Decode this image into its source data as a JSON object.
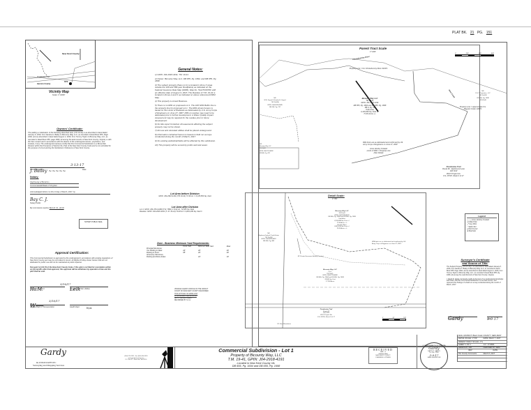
{
  "plat_ref": {
    "label": "PLAT BK.",
    "book": "21",
    "page_label": "PG.",
    "page": "151"
  },
  "vicinity_map": {
    "title": "Vicinity Map",
    "scale": "Scale: 1\"=2000'",
    "labels": [
      "New Kent County",
      "Henrico County",
      "I-295",
      "Pocahontas Trail",
      "SITE",
      "Chickahominy River",
      "New Kent Highway"
    ]
  },
  "general_notes": {
    "title": "General Notes:",
    "items": [
      "1) GPIN: J04-2918-4191; TM: 19-41",
      "2) Owner: Bicounty Way, LLC, DB 655, Pg. 1694, and DB 655, Pg. 1698",
      "3) The subject property (New Lot 1) is located in Zone X (area outside the 100 and 500-year floodplains) as indicated on the Federal Insurance Rate Map (FIRM), Map No. 51127C0070C with an effective date of August 3, 2015. The Residue of T.M. 19-41 is located in Zones A and X as indicated on above referenced FIRM Map.",
      "4) This property is zoned Business.",
      "5) There is no RPA on proposed Lot 1. The 100' RPA Buffer line is the property line for proposed Lot 1. The RPA shown hereon is based on the Limits of Wetlands as Delineated by U.S. Army Corps of Engineers on June 27, 2007. RPA on residue may need to be delineated prior to further development. A Water Quality Impact Assessment may be required for the residue prior to future development.",
      "6) No title report furnished. All easements affecting the subject property may not be shown.",
      "7) All new and relocated utilities shall be placed underground.",
      "8) Information contained hereon is based on field run surveys conducted during the month of March, 2017.",
      "9) No existing wells/drainfields will be affected by this subdivision.",
      "10) This property will be served by public well and sewer."
    ]
  },
  "owners_certificate": {
    "title": "Owners' Certificate:",
    "text": "The platting or dedication of the following described land, (TM 19-41) is as described in deed dated January 8, 2016, from Sandra H. Bailey to Bicounty Way, LLC, as recorded in Deed Book 655, Page 1694, and as described in deed dated August 2, 2016, from Tommy Taylor to Bicounty Way, LLC, as recorded in Deed Book 655, page 1698, all among the land records of New Kent County, Virginia, is with the free consent and in accordance with the desires of the undersigned owners, proprietors, and trustees, if any. The undersigned owner(s) certify that this Commercial Subdivision is a Bona Fide Division within the Provisions of Section 91-17(2) of the New Kent County Code and is not submitted for the purpose of circumventing the Subdivision Ordinance of New Kent County.",
    "signature_label": "Owner Signature",
    "date_label": "Date",
    "date_value": "3-13-17"
  },
  "notary": {
    "title": "Notary:",
    "city_county_label": "City/County of",
    "city_county_value": "Henrico",
    "commonwealth_label": "Commonwealth/State of",
    "commonwealth_value": "Virginia",
    "ack_text": "Acknowledged before me this 13 day of March, 2017, by",
    "ack_by": "Notary Public",
    "public_label": "Notary Public",
    "commission_label": "My commission expires",
    "commission_value": "March 31, 2018",
    "seal_text": "NOTARY PUBLIC SEAL"
  },
  "lot_area_before": {
    "title": "Lot Area before Division",
    "line": "GPIN: J04-2918-4191 (TM 19-41) 71.99 Ac. ± 3,135,884 Sq. Feet"
  },
  "lot_area_after": {
    "title": "Lot Area after Division",
    "rows": [
      {
        "label": "Lot 1:",
        "gpin": "GPIN: J04-3713-4360 (T.M. TBD)",
        "acres": "1.7122 Ac.",
        "sqft": "74,585 Sq. Feet"
      },
      {
        "label": "Residue:",
        "gpin": "GPIN: J04-2918-4191 (T. M. 19-41)",
        "acres": "70.28 Ac ±",
        "sqft": "3,061,299 Sq. Feet ±"
      }
    ]
  },
  "zone_table": {
    "title": "Zone - Business  Minimum Yard Requirements:",
    "columns": [
      "",
      "Front Yard",
      "Minimum Side Yard",
      "Rear"
    ],
    "rows": [
      [
        "Principal Structures:",
        "",
        "",
        ""
      ],
      [
        "  Yes Parking to Rear:",
        "20'",
        "20'",
        "20'"
      ],
      [
        "  Parking in Front:",
        "65'",
        "20'",
        "20'"
      ],
      [
        "Accessory Structures,",
        "",
        "",
        ""
      ],
      [
        "  Parking and Drive Aisles:",
        "",
        "10'",
        "10'"
      ]
    ]
  },
  "clerk_stamp": {
    "lines": [
      "VIRGINIA CLERK'S OFFICE OF THE CIRCUIT",
      "COURT OF NEW KENT COUNTY RECORDED",
      "THIS 10TH DAY OF APRIL 2017",
      "AT 12:16 ADMITTED 12:16 PM",
      "AMY F. CRUMP CLERK",
      "RECORDED BY S.J.A."
    ]
  },
  "approval": {
    "title": "Approval Certification:",
    "text": "This Commercial Subdivision is approved by the undersigned in accordance with existing regulations of New Kent County and may be committed to record. All Rights-Of-Way shown hereon that are not dedicated for public use will not be maintained at public expense.",
    "pursuant_text": "Pursuant to § 91-53 of the New Kent County Code, if this plat is not filed for recordation within six (6) months after final approval, this approval will be withdrawn by operation of law and the plat shall be void.",
    "signatures": [
      {
        "role": "Subdivision Agent",
        "date_label": "Date",
        "date": "3/16/17"
      },
      {
        "role": "Director of Public Utilities",
        "date_label": "Date",
        "date": "3/16/17"
      },
      {
        "role": "Virginia Dept of Transportation",
        "date_label": "Date",
        "date": "3/16/17"
      },
      {
        "role": "Health Dept",
        "date_label": "Date",
        "date": "N/A"
      }
    ]
  },
  "parent_tract": {
    "title": "Parent Tract Scale",
    "scale": "1\"=200'",
    "scale_ticks": [
      "0'",
      "200'",
      "400'",
      "600'"
    ],
    "river_label": "Chickahominy River",
    "property_line_label": "Property Line = C/L Chickahominy River 3100'±",
    "owner_block": [
      "Bicounty Way LLC",
      "TM 19-41",
      "GPIN: J04-2918-4191",
      "DB 655, Pg. 1694 and DB 655, Pg. 1698",
      "PB 6, Pg. 50",
      "Total Area",
      "3,135,884 Sq. Feet +/-",
      "71.99 Acres +/-"
    ],
    "wetlands_note": "RPA limits are as delineated and confirmed by US Army Corps of Engineers on June 27, 2007.",
    "lines_hereby": [
      "Lines Hereby Created",
      "Limits of RPA = Property Line",
      "(See Detail)"
    ],
    "left_neighbor": [
      "N/F",
      "M.G. Sayed & Sandra H. Sayed",
      "TM 19-41A",
      "GPIN: J04-2918-2585",
      "DB 252, Pg. 797"
    ],
    "right_neighbor": [
      "N/F",
      "P & C Properties, LLC",
      "TM 19-41B",
      "DB 655, Pg. 1698",
      "TM 20-45"
    ],
    "creek_label": "Ware Creek",
    "property_creek_label": "Property Line = Approximate C/L Magrant Creek 1300'±",
    "road_block": [
      "Pocahontas Trail",
      "Route 60 - Eastbound Lane",
      "100' R/W",
      "VDOT Project No.",
      "F.S. 25725, Sheet 3 of 17"
    ],
    "parent_lot_label": "Lot 1",
    "bicounty_small": [
      "N/F",
      "Bicounty Way LLC",
      "TM 19-41",
      "GPIN: J04-3713-4360",
      "DB 660, Pg. 476"
    ]
  },
  "detail": {
    "title": "Detail Scale:",
    "scale": "1\"=50'",
    "scale_ticks": [
      "0'",
      "50'",
      "100'"
    ],
    "residue_block": [
      "Bicounty Way LLC",
      "TM 19-41",
      "GPIN: J04-2918-4191",
      "DB 655, Pg. 1694 and DB 655, Pg. 1698",
      "Total Area",
      "3,135,884 Sq. Feet +/-",
      "71.99 Acres +/-",
      "Residue Area",
      "3,061,299 Sq. Feet +/-",
      "70.28 Acres +/-"
    ],
    "lot1_block": [
      "Bicounty Way, LLC",
      "Lot 1",
      "TM T.B.D.",
      "GPIN: J04-3713-4360",
      "DB 655, Pg. 1694 and DB 655, Pg. 1698",
      "74,585 Sq. Feet",
      "1.7122 Acres"
    ],
    "neighbor_block": [
      "N/F",
      "Bayberry Federal Credit Union",
      "TM 19-41B",
      "GPIN: J04-3060-4012",
      "DB 653, Pg. 450"
    ],
    "easement_label": "30' Private Easement Hereby Created",
    "road_block": [
      "Pocahontas Trail",
      "Route 60",
      "100' R/W",
      "VDOT Project No.",
      "F.S. 25725, Sheet 3 of 17"
    ],
    "bottom_label": "C/L Kent Boundaries",
    "wetlands_note": "RPA limits are as delineated and confirmed by US Army Corps of Engineers on June 27, 2007."
  },
  "legend": {
    "title": "Legend",
    "items": [
      {
        "symbol": "— —",
        "label": "Lines Hereby Created"
      },
      {
        "symbol": "⌀",
        "label": "Utility Pole"
      },
      {
        "symbol": "⤴",
        "label": "Guy Wire"
      },
      {
        "symbol": "○",
        "label": "Spike Set"
      },
      {
        "symbol": "●",
        "label": "Rod Found"
      },
      {
        "symbol": "⊠",
        "label": "Manhole"
      }
    ]
  },
  "surveyor_certificate": {
    "title_line1": "Surveyor's Certificate",
    "title_line2": "and Source of Title:",
    "text1": "The Subject Property (TM 19-41) is as described in deed dated January 8, 2016, from Sandra H. Bailey to Bicounty Way, LLC, as recorded in Deed Book 655, Page 1694, and as described in deed dated August 2, 2016, from Tommy Taylor to Bicounty Way, LLC, as recorded in Deed Book 655, Pg. 1698, all among the Land Records of New Kent County, Virginia.",
    "text2": "I, David R. Gardy, do hereby certify to the best of my professional knowledge and belief, that this Commercial Subdivision is true and correct, and represent the findings of a field run survey conducted during the month of March, 2017.",
    "signer": "David R. Gardy",
    "date_label": "Date",
    "date": "3-9-17"
  },
  "title_block": {
    "main": "Commercial Subdivision - Lot 1",
    "owner": "Property of Bicounty Way, LLC",
    "tm": "T.M. 19-41, GPIN: J04-2918-4191",
    "location": "Located in New Kent County VA.",
    "deeds": "DB 655, Pg. 1694 and DB 655, Pg. 1698"
  },
  "company": {
    "name_script": "Gardy",
    "name_rest": "& ASSOCIATES PC",
    "tagline": "Surveying and Mapping Services",
    "phone": "(804) 370-2331  •  Fax (804) 966-2820",
    "web": "www.gardysurveying.com",
    "address": "P.O. Box 37  •  New Kent, VA 23124"
  },
  "received_stamp": {
    "title": "RECEIVED",
    "lines": [
      "MAY - 5",
      "J-432-A, RH4.",
      "NEW KENT COUNTY",
      "PLANNING / ZONING"
    ]
  },
  "seal": {
    "ring_top": "COMMONWEALTH OF VIRGINIA",
    "name": "DAVID R. GARDY",
    "lic": "Lic. No. 1733",
    "date": "3-9-17",
    "ring_bottom": "LAND SURVEYOR"
  },
  "info_table": {
    "rows": [
      [
        "MAG. DISTRICT: Black Creek",
        "COUNTY: NEW KENT"
      ],
      [
        "DETAIL SCALE: 1\"=50'",
        "DATE: March 7, 2017"
      ],
      [
        "PARENT TRACT SCALE: 1\"=200'",
        ""
      ],
      [
        "SHEET: 1 OF 1",
        "J.N.: 17-009A"
      ],
      [
        "DRAWN BY: RB",
        "CHECKED BY: DRG"
      ],
      [
        "REV.",
        "DATE"
      ],
      [
        "Per County Comments",
        "March 6, 2017"
      ],
      [
        "",
        ""
      ],
      [
        "",
        ""
      ]
    ]
  }
}
